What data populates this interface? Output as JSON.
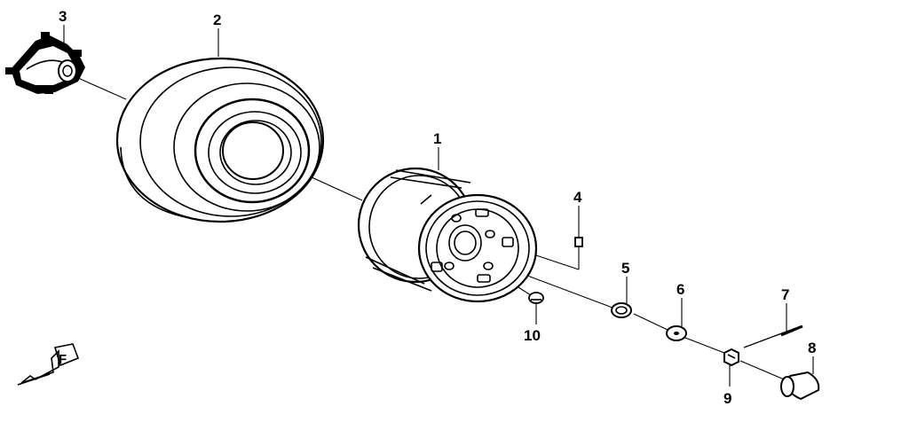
{
  "diagram": {
    "parts": [
      {
        "number": "1",
        "part": "wheel-rim"
      },
      {
        "number": "2",
        "part": "tire"
      },
      {
        "number": "3",
        "part": "wheel-hub"
      },
      {
        "number": "4",
        "part": "valve-stem"
      },
      {
        "number": "5",
        "part": "o-ring"
      },
      {
        "number": "6",
        "part": "washer"
      },
      {
        "number": "7",
        "part": "cotter-pin"
      },
      {
        "number": "8",
        "part": "hub-cap"
      },
      {
        "number": "9",
        "part": "castle-nut"
      },
      {
        "number": "10",
        "part": "lug-nut"
      }
    ],
    "direction_badge": {
      "letter": "F",
      "icon": "front-direction-arrow-icon"
    },
    "line_color": "#000000",
    "background": "#ffffff"
  }
}
